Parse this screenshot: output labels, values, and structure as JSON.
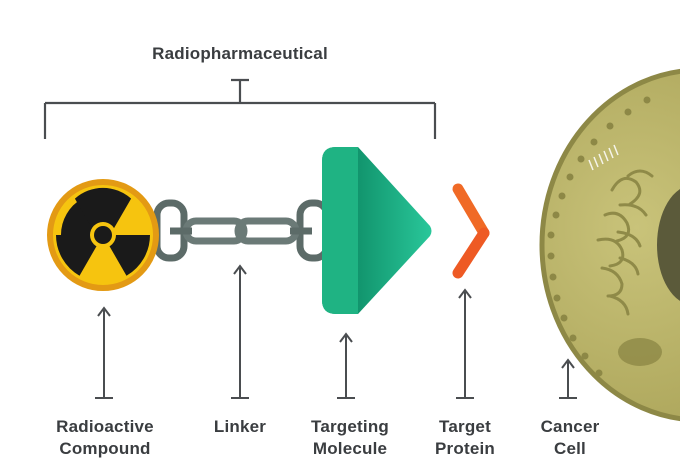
{
  "title": "Radiopharmaceutical",
  "labels": {
    "radioactive_compound": [
      "Radioactive",
      "Compound"
    ],
    "linker": [
      "Linker"
    ],
    "targeting_molecule": [
      "Targeting",
      "Molecule"
    ],
    "target_protein": [
      "Target",
      "Protein"
    ],
    "cancer_cell": [
      "Cancer",
      "Cell"
    ]
  },
  "colors": {
    "text": "#3a3d40",
    "bracket": "#4a4d50",
    "radiation_yellow": "#f6c40f",
    "radiation_border": "#e39a14",
    "chain": "#5c6b68",
    "targeting_green": "#1fb383",
    "target_protein": "#e8462a",
    "cell_body": "#b5ae62",
    "cell_border": "#8d8846"
  },
  "icons": [
    "radiation-icon",
    "chain-icon",
    "triangle-icon",
    "y-receptor-icon",
    "cancer-cell-icon"
  ]
}
